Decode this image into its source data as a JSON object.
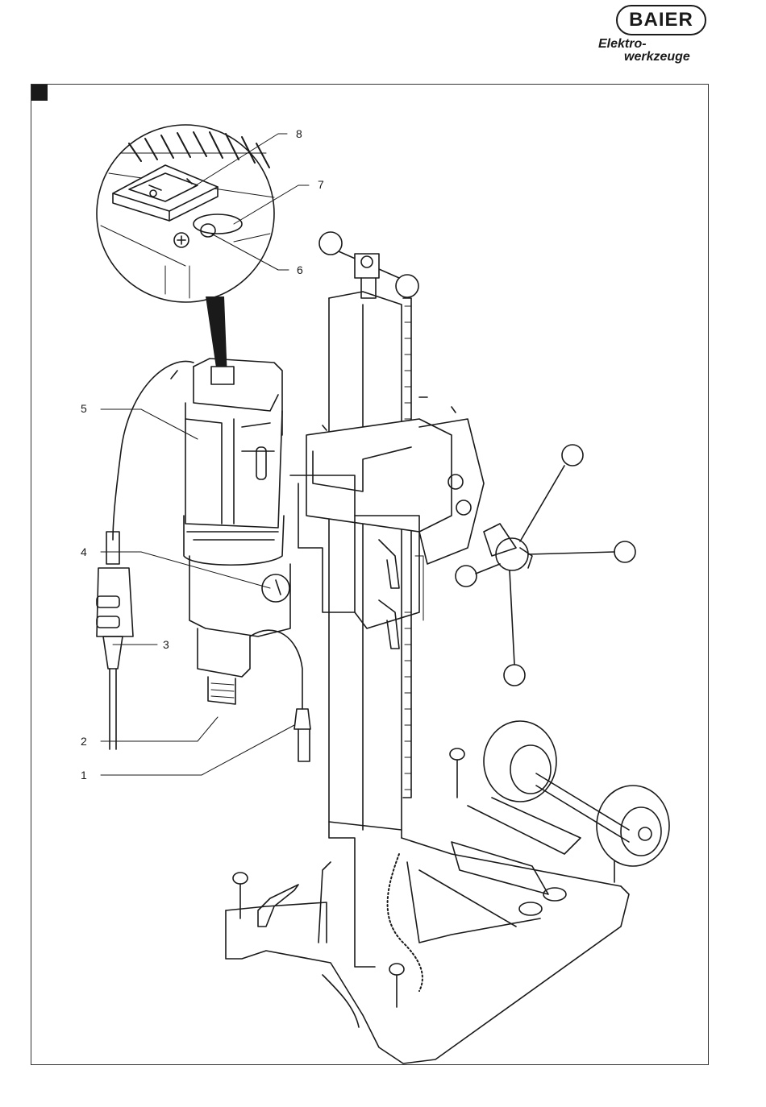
{
  "logo": {
    "brand": "BAIER",
    "tagline_line1": "Elektro-",
    "tagline_line2": "werkzeuge"
  },
  "figure": {
    "callouts": [
      "1",
      "2",
      "3",
      "4",
      "5",
      "6",
      "7",
      "8"
    ]
  }
}
